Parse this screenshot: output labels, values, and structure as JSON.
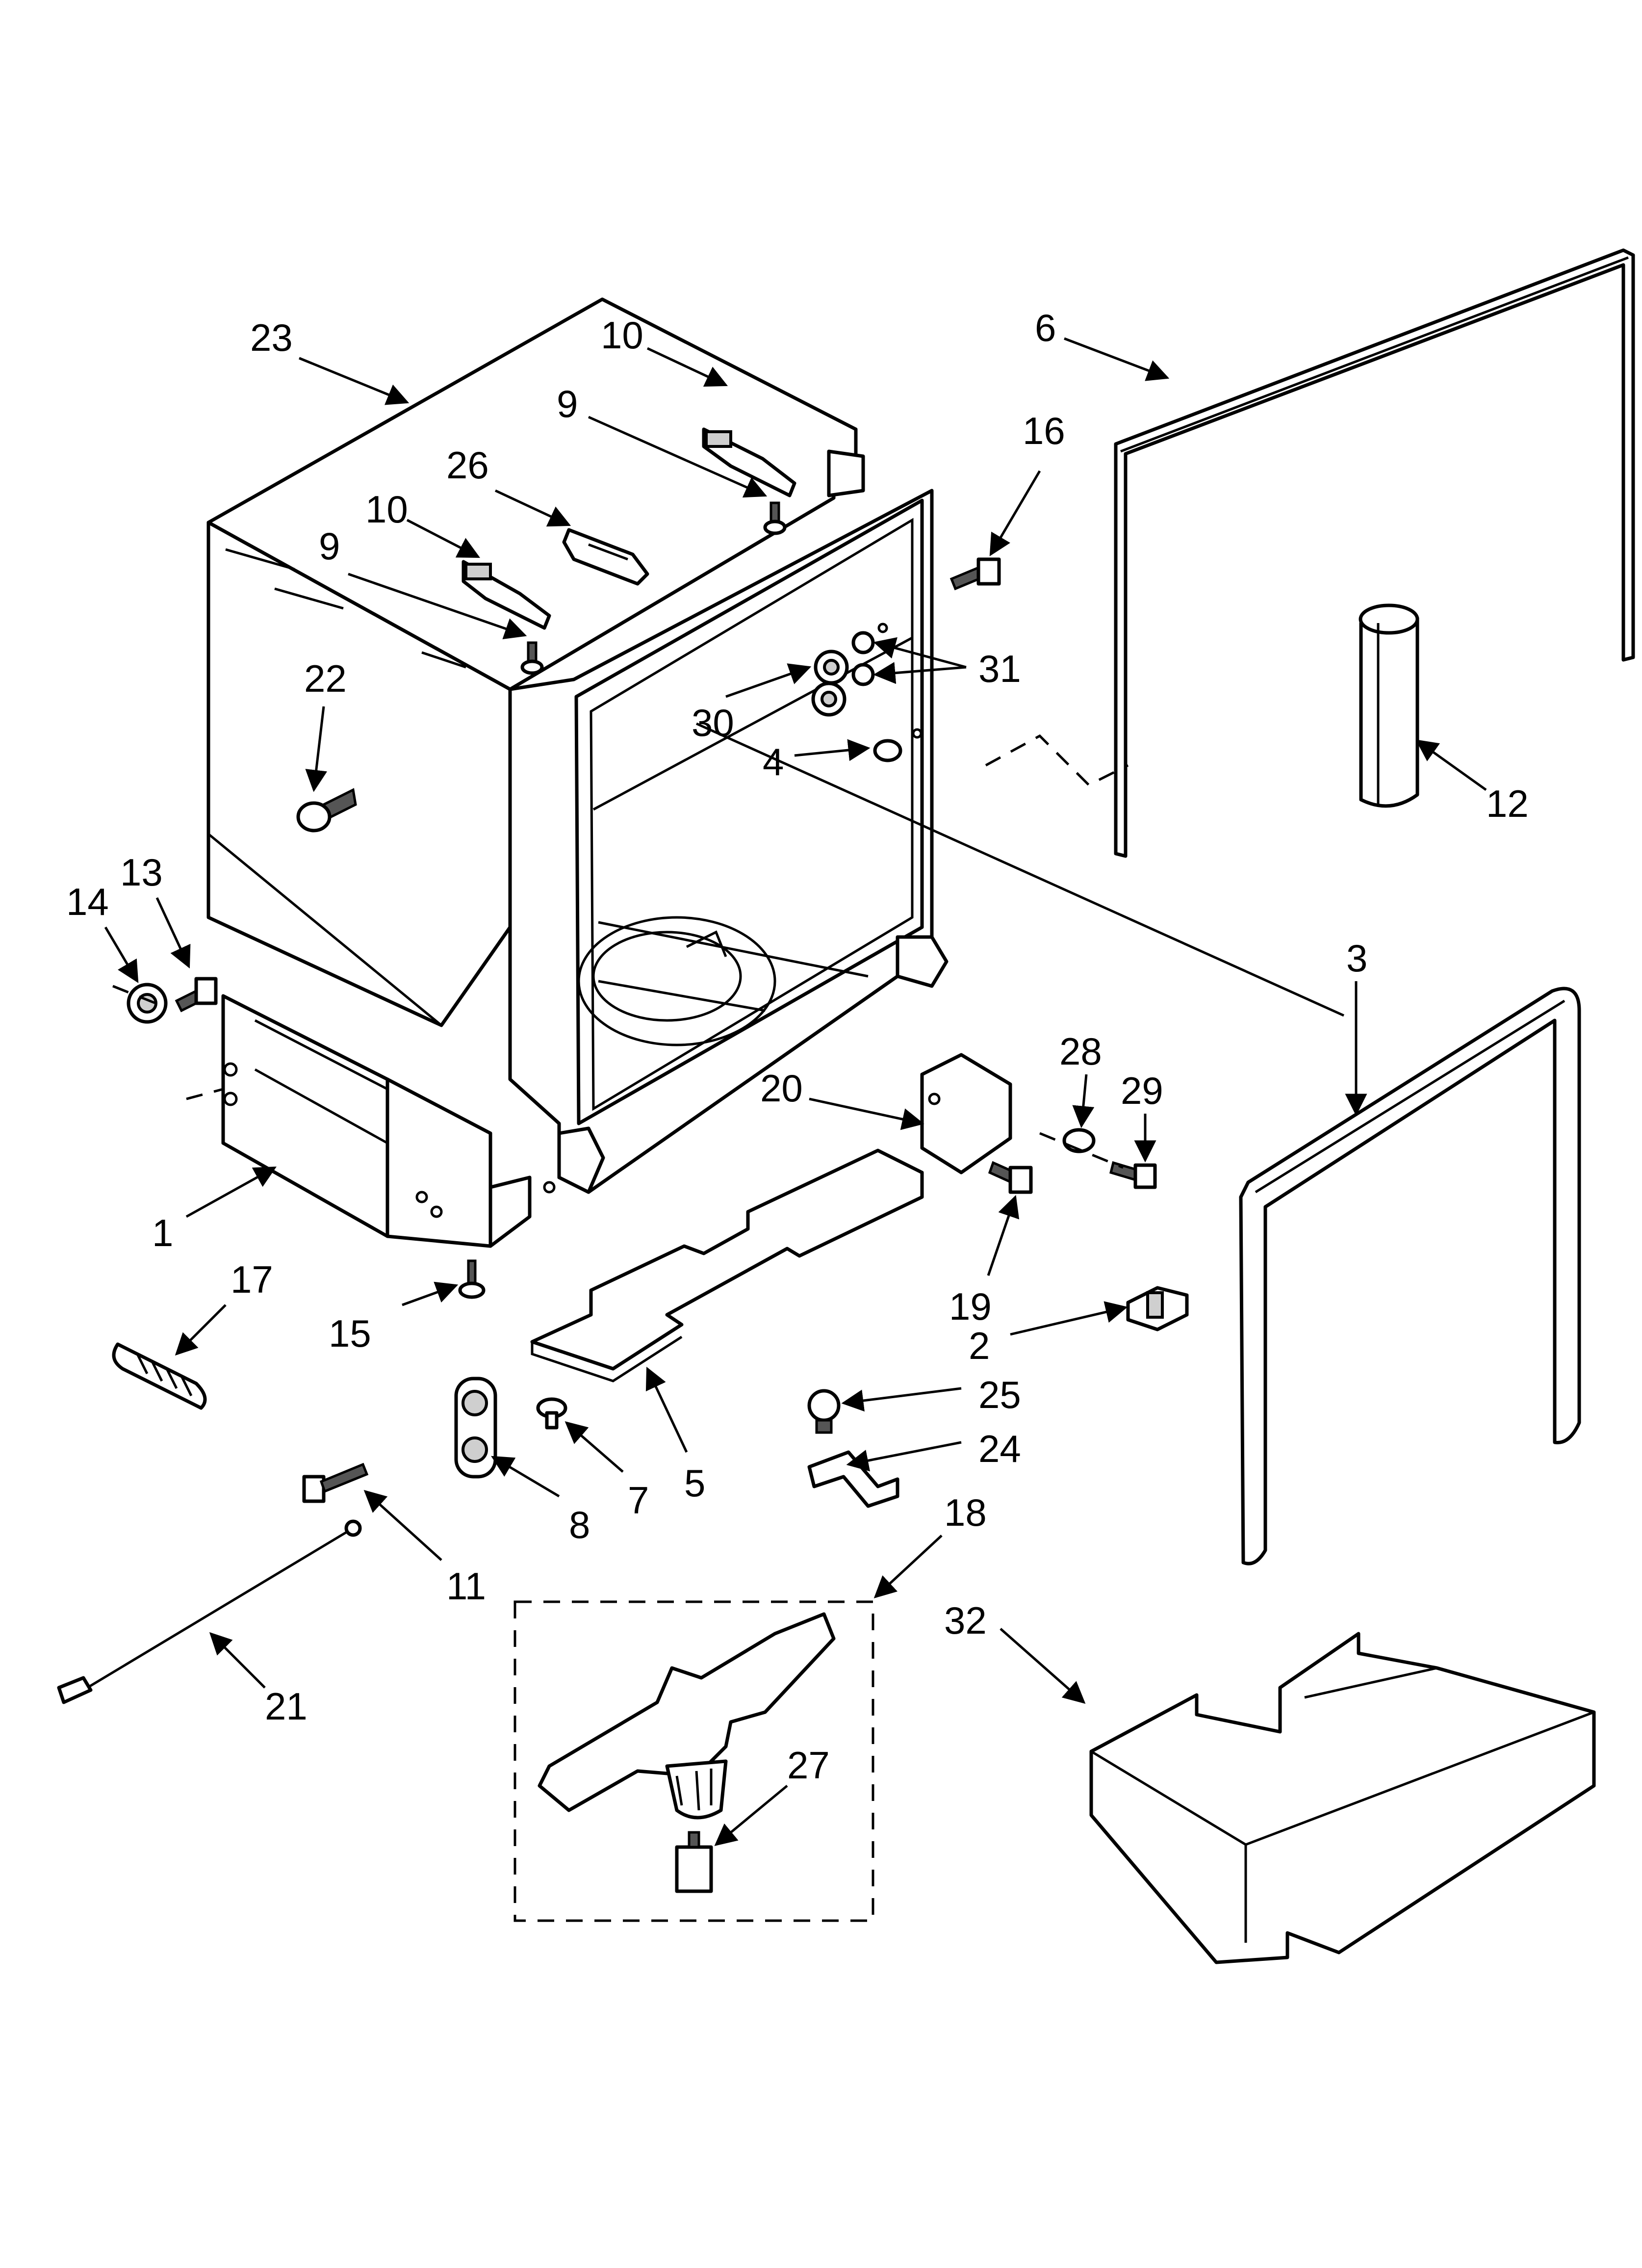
{
  "callouts": [
    {
      "id": "23",
      "label": "23"
    },
    {
      "id": "10a",
      "label": "10"
    },
    {
      "id": "9a",
      "label": "9"
    },
    {
      "id": "26",
      "label": "26"
    },
    {
      "id": "10b",
      "label": "10"
    },
    {
      "id": "9b",
      "label": "9"
    },
    {
      "id": "22",
      "label": "22"
    },
    {
      "id": "6",
      "label": "6"
    },
    {
      "id": "16",
      "label": "16"
    },
    {
      "id": "31",
      "label": "31"
    },
    {
      "id": "30",
      "label": "30"
    },
    {
      "id": "4",
      "label": "4"
    },
    {
      "id": "12",
      "label": "12"
    },
    {
      "id": "13",
      "label": "13"
    },
    {
      "id": "14",
      "label": "14"
    },
    {
      "id": "3",
      "label": "3"
    },
    {
      "id": "28",
      "label": "28"
    },
    {
      "id": "29",
      "label": "29"
    },
    {
      "id": "20",
      "label": "20"
    },
    {
      "id": "1",
      "label": "1"
    },
    {
      "id": "17",
      "label": "17"
    },
    {
      "id": "19",
      "label": "19"
    },
    {
      "id": "15",
      "label": "15"
    },
    {
      "id": "2",
      "label": "2"
    },
    {
      "id": "25",
      "label": "25"
    },
    {
      "id": "24",
      "label": "24"
    },
    {
      "id": "5",
      "label": "5"
    },
    {
      "id": "7",
      "label": "7"
    },
    {
      "id": "8",
      "label": "8"
    },
    {
      "id": "18",
      "label": "18"
    },
    {
      "id": "11",
      "label": "11"
    },
    {
      "id": "32",
      "label": "32"
    },
    {
      "id": "27",
      "label": "27"
    },
    {
      "id": "21",
      "label": "21"
    }
  ]
}
